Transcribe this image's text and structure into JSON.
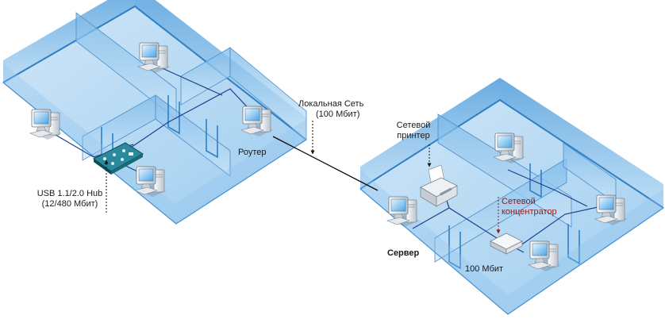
{
  "labels": {
    "lan": {
      "line1": "Локальная Сеть",
      "line2": "(100 Мбит)"
    },
    "router": "Роутер",
    "usb_hub": {
      "line1": "USB 1.1/2.0 Hub",
      "line2": "(12/480 Мбит)"
    },
    "printer": {
      "line1": "Сетевой",
      "line2": "принтер"
    },
    "hub": {
      "line1": "Сетевой",
      "line2": "концентратор"
    },
    "server": "Сервер",
    "hub_speed": "100 Мбит"
  },
  "colors": {
    "floor": "#cfe6f8",
    "wall": "#4d9cdb",
    "cable": "#1f3f8f",
    "hub_label": "#8b1a1a",
    "text": "#1a1a1a"
  },
  "icons": [
    "computer-icon",
    "router-icon",
    "usb-hub-icon",
    "printer-icon",
    "hub-icon",
    "server-icon"
  ]
}
